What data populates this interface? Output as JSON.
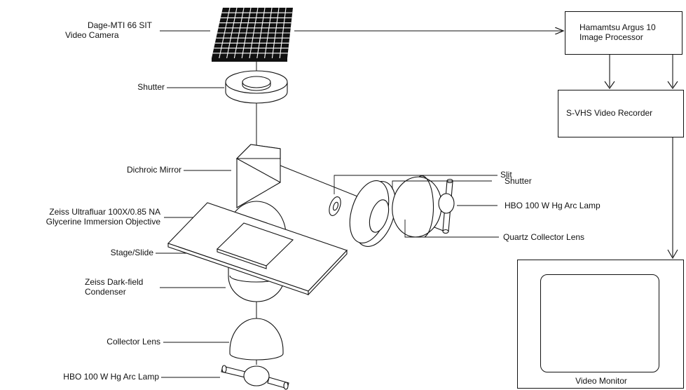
{
  "microscope_labels": {
    "camera_line1": "Dage-MTI 66 SIT",
    "camera_line2": "Video Camera",
    "shutter": "Shutter",
    "dichroic_mirror": "Dichroic Mirror",
    "objective_line1": "Zeiss Ultrafluar 100X/0.85 NA",
    "objective_line2": "Glycerine Immersion Objective",
    "stage": "Stage/Slide",
    "condenser_line1": "Zeiss Dark-field",
    "condenser_line2": "Condenser",
    "collector_lens": "Collector Lens",
    "lamp": "HBO 100 W Hg Arc Lamp"
  },
  "epi_labels": {
    "slit": "Slit",
    "shutter": "Shutter",
    "lamp": "HBO 100 W Hg Arc Lamp",
    "quartz_lens": "Quartz Collector Lens"
  },
  "signal_chain": {
    "processor_line1": "Hamamtsu Argus 10",
    "processor_line2": "Image Processor",
    "recorder": "S-VHS Video Recorder",
    "monitor": "Video Monitor"
  }
}
